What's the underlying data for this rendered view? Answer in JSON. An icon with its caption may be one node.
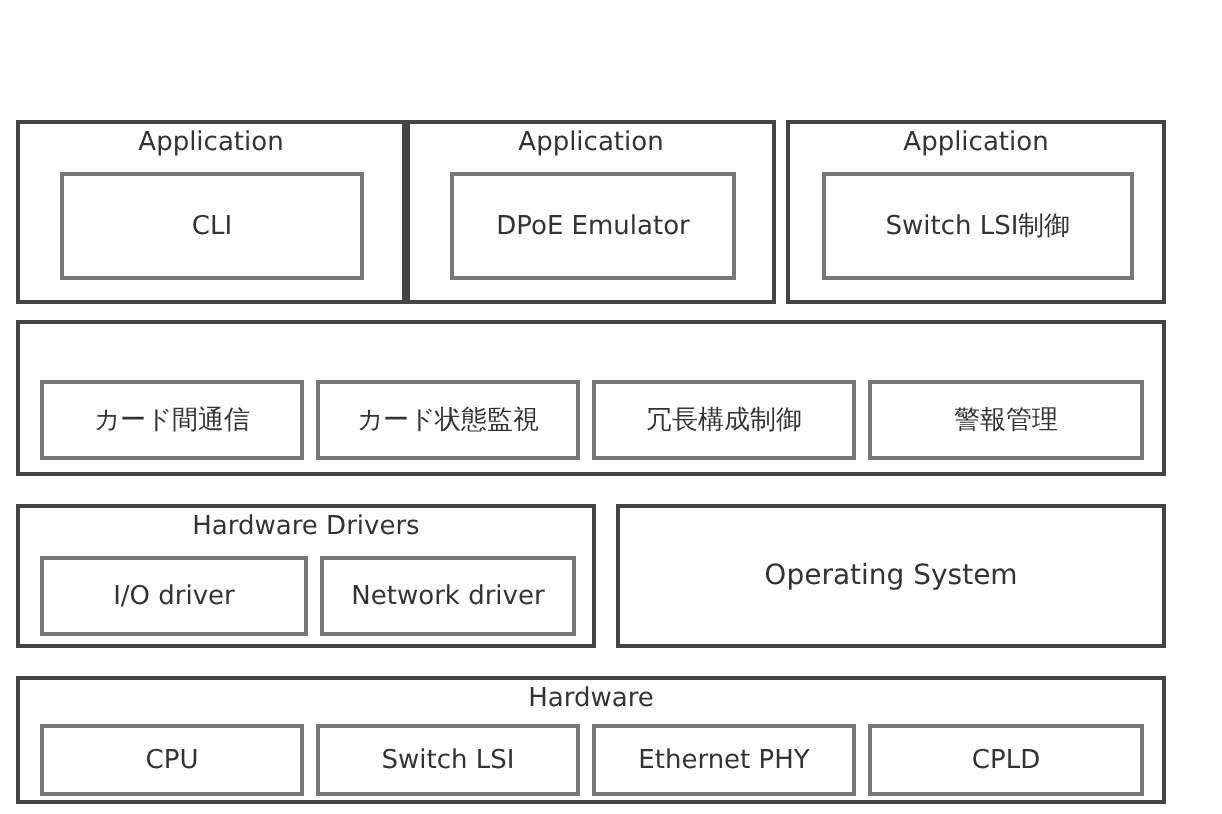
{
  "diagram": {
    "nodes": [
      {
        "text": [
          "Application"
        ]
      },
      {
        "text": [
          "CLI"
        ],
        "in": 0
      },
      {
        "text": [
          "Application"
        ]
      },
      {
        "text": [
          "DPoE Emulator"
        ],
        "in": 2
      },
      {
        "text": [
          "Application"
        ]
      },
      {
        "text": [
          "Switch LSI制御"
        ],
        "in": 4
      },
      {
        "text": [],
        "shape": "box"
      },
      {
        "text": [
          "カード間通信"
        ],
        "in": 6
      },
      {
        "text": [
          "カード状態監視"
        ],
        "in": 6
      },
      {
        "text": [
          "冗長構成制御"
        ],
        "in": 6
      },
      {
        "text": [
          "警報管理"
        ],
        "in": 6
      },
      {
        "text": [
          "Hardware Drivers"
        ]
      },
      {
        "text": [
          "I/O driver"
        ],
        "in": 11
      },
      {
        "text": [
          "Network driver"
        ],
        "in": 11
      },
      {
        "text": [
          "Operating System"
        ]
      },
      {
        "text": [
          "Hardware"
        ]
      },
      {
        "text": [
          "CPU"
        ],
        "in": 15
      },
      {
        "text": [
          "Switch LSI"
        ],
        "in": 15
      },
      {
        "text": [
          "Ethernet PHY"
        ],
        "in": 15
      },
      {
        "text": [
          "CPLD"
        ],
        "in": 15
      }
    ],
    "edges": []
  }
}
